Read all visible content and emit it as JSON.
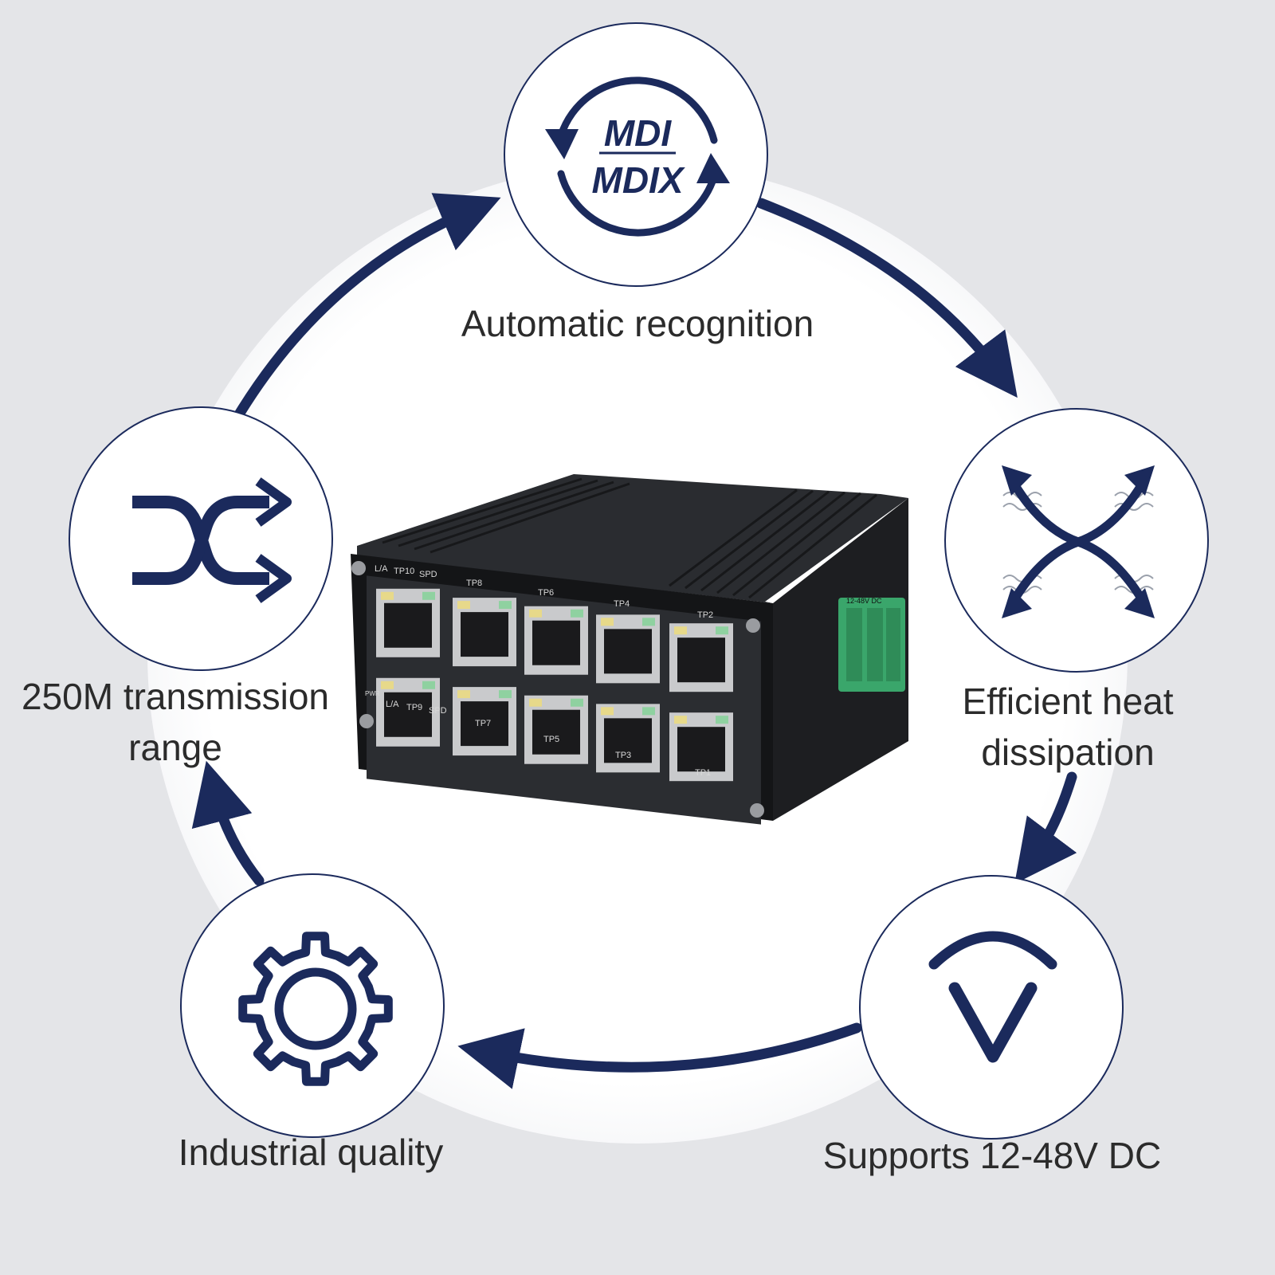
{
  "colors": {
    "navy": "#1b2a5c",
    "background": "#e4e5e8",
    "text": "#2b2b2b"
  },
  "features": {
    "auto_recognition": {
      "icon": "mdi-mdix-cycle-icon",
      "icon_top": "MDI",
      "icon_bottom": "MDIX",
      "label": "Automatic recognition"
    },
    "heat_dissipation": {
      "icon": "heat-dissipation-arrows-icon",
      "label_line1": "Efficient heat",
      "label_line2": "dissipation"
    },
    "voltage": {
      "icon": "voltage-gauge-icon",
      "label": "Supports 12-48V DC"
    },
    "industrial": {
      "icon": "gear-icon",
      "label": "Industrial quality"
    },
    "transmission": {
      "icon": "shuffle-arrows-icon",
      "label_line1": "250M transmission",
      "label_line2": "range"
    }
  },
  "device": {
    "top_labels": [
      "L/A",
      "TP10",
      "SPD",
      "TP8",
      "TP6",
      "TP4",
      "TP2"
    ],
    "bottom_labels": [
      "PWR",
      "L/A",
      "TP9",
      "SPD",
      "TP7",
      "TP5",
      "TP3",
      "TP1"
    ],
    "terminal_label": "12-48V DC"
  }
}
